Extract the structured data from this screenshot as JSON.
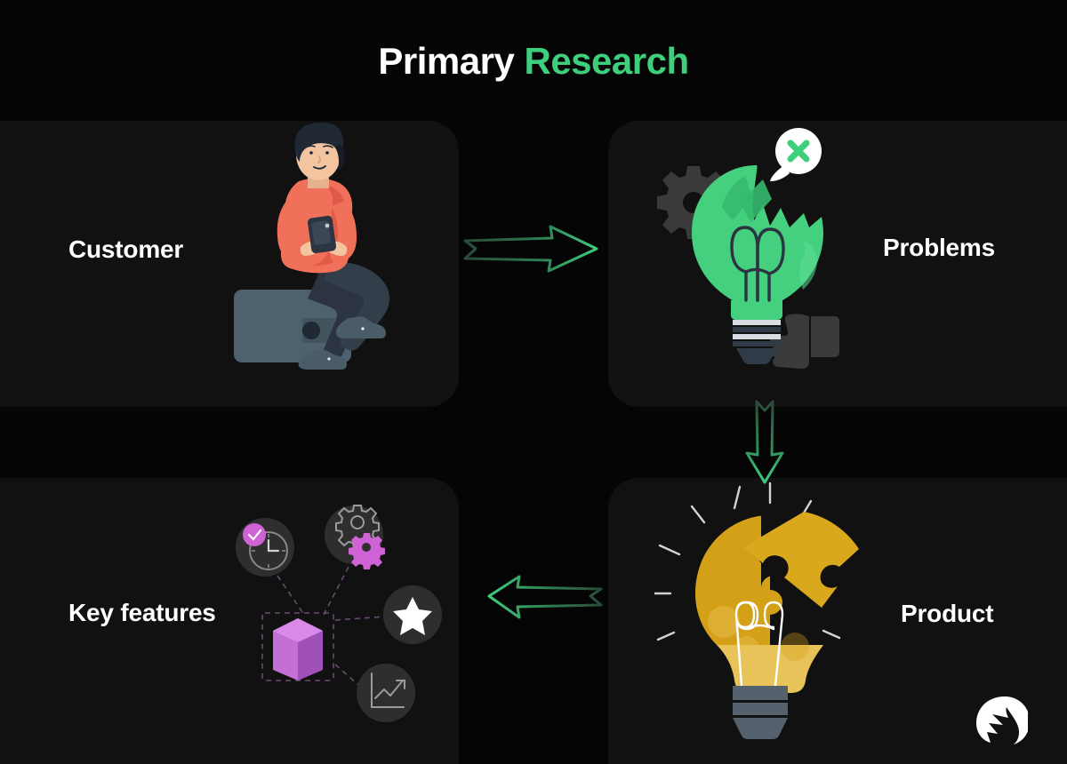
{
  "page": {
    "background_color": "#050505",
    "card_color": "#111111"
  },
  "title": {
    "part_white": "Primary",
    "part_accent": "Research",
    "accent_color": "#3ecf7c",
    "white_color": "#ffffff"
  },
  "cards": [
    {
      "id": "customer",
      "label": "Customer",
      "illustration": "person-sitting-on-wallet-with-phone"
    },
    {
      "id": "problems",
      "label": "Problems",
      "illustration": "broken-green-lightbulb-with-gear-thumbsdown-and-x-speech-bubble"
    },
    {
      "id": "product",
      "label": "Product",
      "illustration": "golden-puzzle-lightbulb-with-detached-piece"
    },
    {
      "id": "key_features",
      "label": "Key features",
      "illustration": "purple-cube-linked-to-feature-icons"
    }
  ],
  "arrows": [
    {
      "name": "customer-to-problems",
      "direction": "right",
      "color": "#3ecf7c"
    },
    {
      "name": "problems-to-product",
      "direction": "down",
      "color": "#3ecf7c"
    },
    {
      "name": "product-to-key-features",
      "direction": "left",
      "color": "#3ecf7c"
    }
  ],
  "problems_art": {
    "bulb_color": "#45d07f",
    "bulb_shade": "#35b96d",
    "gear_color": "#3a3a3a",
    "thumbsdown_color": "#3a3a3a",
    "bubble_color": "#ffffff",
    "bubble_mark": "x-mark",
    "bubble_mark_color": "#3ecf7c",
    "base_color": "#2f3b46"
  },
  "product_art": {
    "bulb_color": "#d4a017",
    "bulb_light": "#e8c35a",
    "piece_color": "#d9a81c",
    "rays_color": "#e8e8e8",
    "filament_color": "#ffffff",
    "base_color": "#55626e"
  },
  "customer_art": {
    "shirt_color": "#f0705a",
    "shirt_shade": "#e05a47",
    "skin_color": "#f2c4a0",
    "hair_color": "#1f2833",
    "pants_color": "#2b3440",
    "wallet_color": "#4b5c69",
    "wallet_shade": "#3f4f5c",
    "shoe_color": "#4b5c69",
    "phone_color": "#2b3440"
  },
  "key_features_art": {
    "cube_color": "#c46fd6",
    "cube_top": "#d98ae8",
    "cube_side": "#a051b8",
    "circle_color": "#2e2e2e",
    "dash_color": "#6a4a72",
    "accent_color": "#cf63d6",
    "icons": [
      {
        "name": "clock-icon",
        "label": "clock with check badge"
      },
      {
        "name": "gears-icon",
        "label": "two gears"
      },
      {
        "name": "star-icon",
        "label": "star"
      },
      {
        "name": "chart-icon",
        "label": "rising line chart"
      }
    ]
  },
  "logo": {
    "name": "spartan-helmet-logo",
    "color": "#ffffff"
  }
}
